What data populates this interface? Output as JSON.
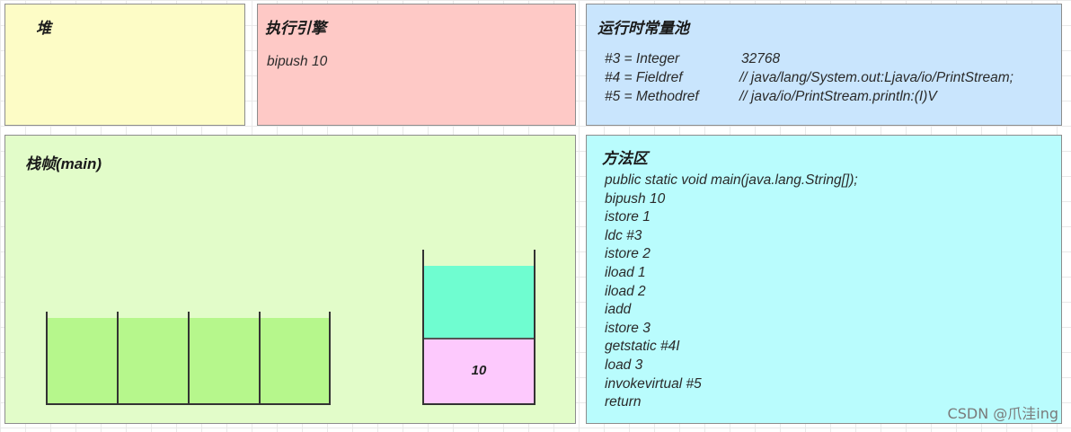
{
  "heap": {
    "title": "堆"
  },
  "engine": {
    "title": "执行引擎",
    "current": "bipush 10"
  },
  "pool": {
    "title": "运行时常量池",
    "entries": [
      {
        "ref": "#3 = Integer",
        "value": "32768"
      },
      {
        "ref": "#4 = Fieldref",
        "value": "// java/lang/System.out:Ljava/io/PrintStream;"
      },
      {
        "ref": "#5 = Methodref",
        "value": "// java/io/PrintStream.println:(I)V"
      }
    ]
  },
  "frame": {
    "title": "栈帧(main)",
    "local_slots": 4,
    "operand_stack": {
      "top_value": "10"
    }
  },
  "method": {
    "title": "方法区",
    "lines": [
      "public static void main(java.lang.String[]);",
      "bipush 10",
      "istore 1",
      "ldc #3",
      "istore 2",
      "iload 1",
      "iload 2",
      "iadd",
      "istore 3",
      "getstatic #4I",
      "load 3",
      "invokevirtual #5",
      "return"
    ]
  },
  "watermark": "CSDN @爪洼ing",
  "colors": {
    "heap": "#fdfcc6",
    "engine": "#fec9c6",
    "pool": "#c9e5fd",
    "frame": "#e2fcc9",
    "method": "#b9fcfd",
    "local_slot_fill": "#b6f78c",
    "operand_empty": "#6ffdd0",
    "operand_value": "#fdc9fd"
  }
}
